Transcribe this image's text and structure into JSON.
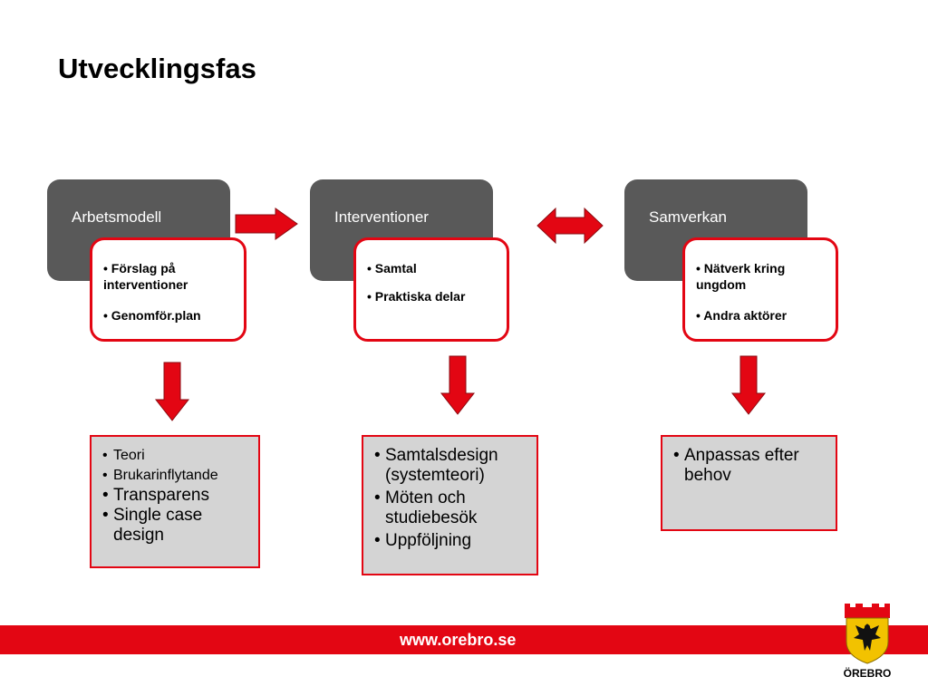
{
  "title": "Utvecklingsfas",
  "columns": [
    {
      "heading": "Arbetsmodell",
      "bullets": [
        "Förslag på interventioner",
        "Genomför.plan"
      ],
      "details": [
        "Teori",
        "Brukarinflytande",
        "Transparens",
        "Single case design"
      ]
    },
    {
      "heading": "Interventioner",
      "bullets": [
        "Samtal",
        "Praktiska delar"
      ],
      "details": [
        "Samtalsdesign (systemteori)",
        "Möten och studiebesök",
        "Uppföljning"
      ]
    },
    {
      "heading": "Samverkan",
      "bullets": [
        "Nätverk kring ungdom",
        "Andra aktörer"
      ],
      "details": [
        "Anpassas efter behov"
      ]
    }
  ],
  "footer": {
    "url": "www.orebro.se"
  },
  "logo": {
    "text": "ÖREBRO"
  },
  "colors": {
    "accent": "#e30613",
    "dark_box": "#595959",
    "detail_box": "#d4d4d4"
  }
}
